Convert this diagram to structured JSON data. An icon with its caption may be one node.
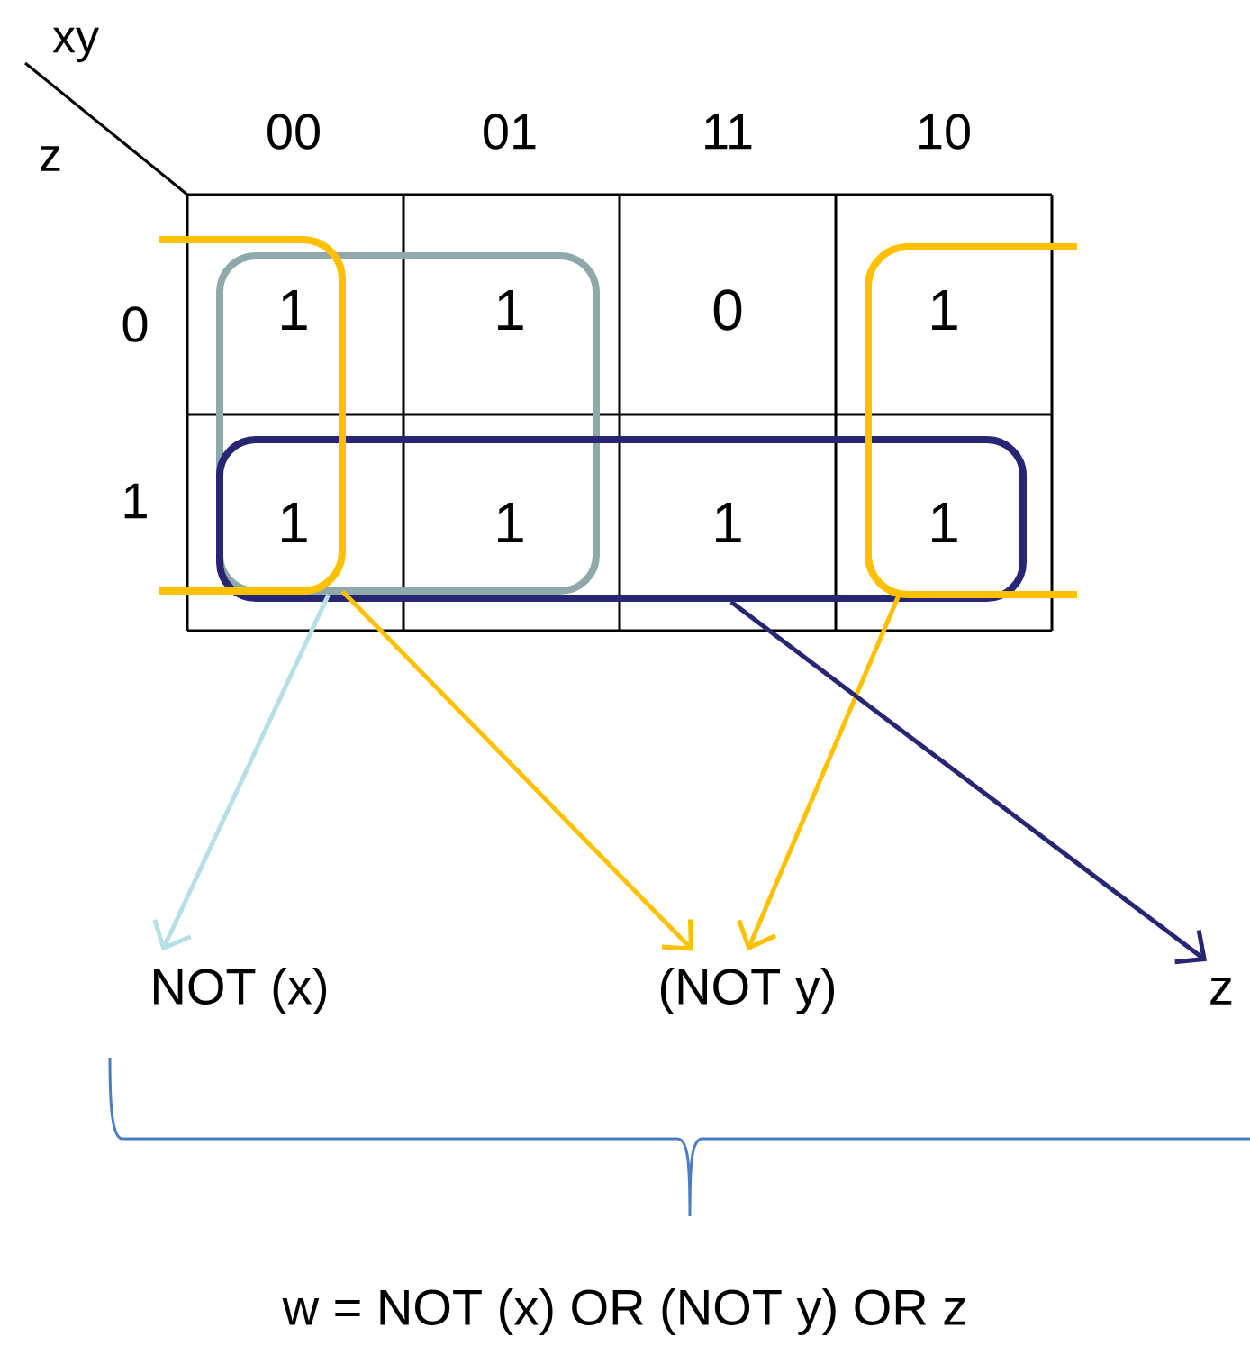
{
  "diagram": {
    "nodes": [
      {
        "text": [],
        "shape": "box"
      },
      {
        "text": [],
        "shape": "box"
      },
      {
        "text": [],
        "shape": "bracket"
      },
      {
        "text": [],
        "shape": "bracket"
      },
      {
        "text": [
          "NOT (x)"
        ]
      },
      {
        "text": [
          "(NOT y)"
        ]
      },
      {
        "text": [
          "z"
        ]
      }
    ],
    "edges": [
      {
        "from": 0,
        "to": 4,
        "arrow": "to",
        "color": "#b7e0e6"
      },
      {
        "from": 2,
        "to": 5,
        "arrow": "to",
        "color": "#ffc000"
      },
      {
        "from": 3,
        "to": 5,
        "arrow": "to",
        "color": "#ffc000"
      },
      {
        "from": 1,
        "to": 6,
        "arrow": "to",
        "color": "#262673"
      }
    ],
    "labels": [
      "xy",
      "z",
      "00",
      "01",
      "11",
      "10",
      "0",
      "1",
      "1",
      "0",
      "1",
      "1",
      "1",
      "1",
      "1",
      "1",
      "w = NOT (x) OR (NOT y) OR z"
    ]
  }
}
